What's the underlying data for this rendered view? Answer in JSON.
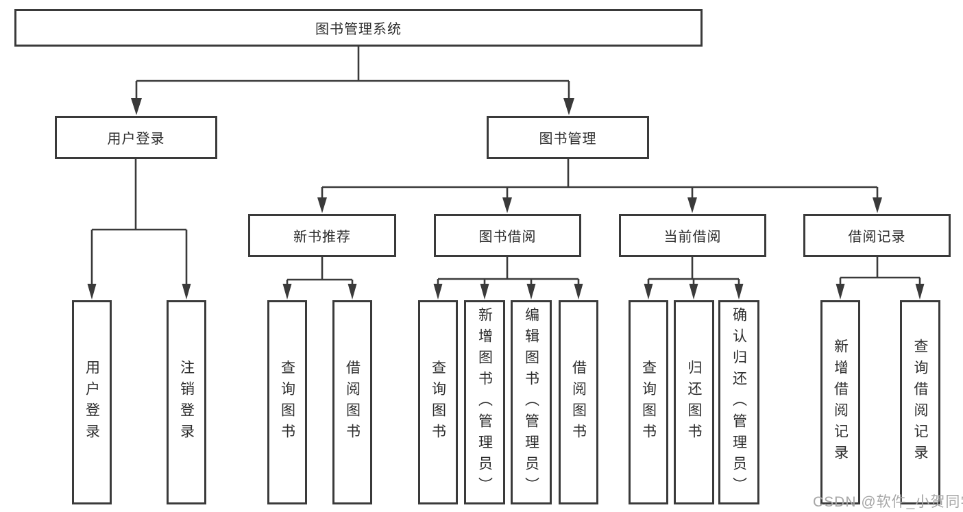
{
  "nodes": {
    "root": "图书管理系统",
    "level2": {
      "user_login": "用户登录",
      "book_management": "图书管理"
    },
    "level3": {
      "new_book_recommendation": "新书推荐",
      "book_borrowing": "图书借阅",
      "current_borrowing": "当前借阅",
      "borrowing_records": "借阅记录"
    },
    "leaves": {
      "user_login_children": {
        "login": "用户登录",
        "logout": "注销登录"
      },
      "new_book_children": {
        "query_books": "查询图书",
        "borrow_books": "借阅图书"
      },
      "book_borrowing_children": {
        "query_books": "查询图书",
        "add_books_admin": "新增图书（管理员）",
        "edit_books_admin": "编辑图书（管理员）",
        "borrow_books": "借阅图书"
      },
      "current_borrowing_children": {
        "query_books": "查询图书",
        "return_books": "归还图书",
        "confirm_return_admin": "确认归还（管理员）"
      },
      "borrowing_records_children": {
        "add_record": "新增借阅记录",
        "query_record": "查询借阅记录"
      }
    }
  },
  "watermark": "CSDN @软件_小贺同学",
  "colors": {
    "line": "#3a3a3a",
    "text": "#2d2d2d",
    "watermark": "#a6a6a6",
    "background": "#ffffff"
  }
}
